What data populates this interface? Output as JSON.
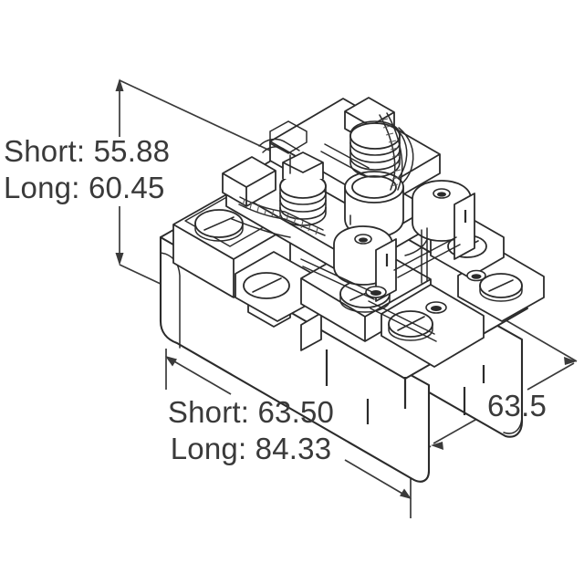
{
  "drawing": {
    "title": "Relay socket isometric dimensioned drawing",
    "units_note": "",
    "line_color": "#2b2b2b",
    "dim_color": "#3a3a3a",
    "background": "#ffffff"
  },
  "dimensions": {
    "height": {
      "name": "height-dimension",
      "line1": "Short: 55.88",
      "line2": "Long: 60.45",
      "short_label": "Short:",
      "short_value": "55.88",
      "long_label": "Long:",
      "long_value": "60.45"
    },
    "width": {
      "name": "width-dimension",
      "line1": "Short: 63.50",
      "line2": "Long: 84.33",
      "short_label": "Short:",
      "short_value": "63.50",
      "long_label": "Long:",
      "long_value": "84.33"
    },
    "depth": {
      "name": "depth-dimension",
      "line1": "63.5",
      "value": "63.5"
    }
  }
}
